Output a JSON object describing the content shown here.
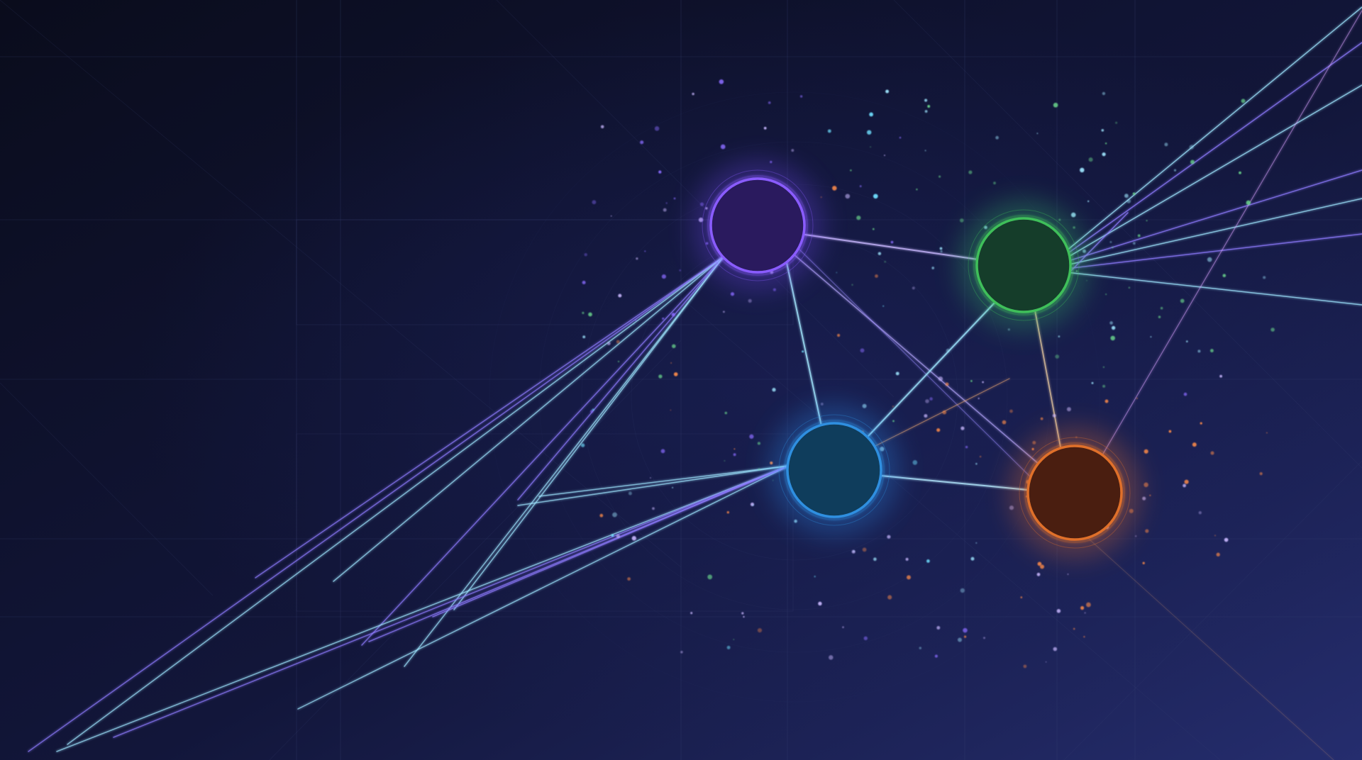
{
  "scene": {
    "background": {
      "from": "#0a0c1c",
      "mid": "#12163a",
      "to": "#252d6e"
    },
    "grid_color": "#3a4475",
    "particle_count": 340
  },
  "nodes": [
    {
      "id": "purple-node",
      "fill": "#2a1a5e",
      "ring": "#8a5cff",
      "glow": "#7c4dff"
    },
    {
      "id": "green-node",
      "fill": "#153d2a",
      "ring": "#3fbf5a",
      "glow": "#3bd46a"
    },
    {
      "id": "blue-node",
      "fill": "#0f3d5c",
      "ring": "#2f8fe0",
      "glow": "#2f9cff"
    },
    {
      "id": "orange-node",
      "fill": "#4a1e10",
      "ring": "#e0702a",
      "glow": "#ff7a2a"
    }
  ],
  "link_colors": {
    "purple": "#8f7bff",
    "cyan": "#9fe6ff",
    "green": "#8fd3c0",
    "orange": "#e2a070"
  }
}
